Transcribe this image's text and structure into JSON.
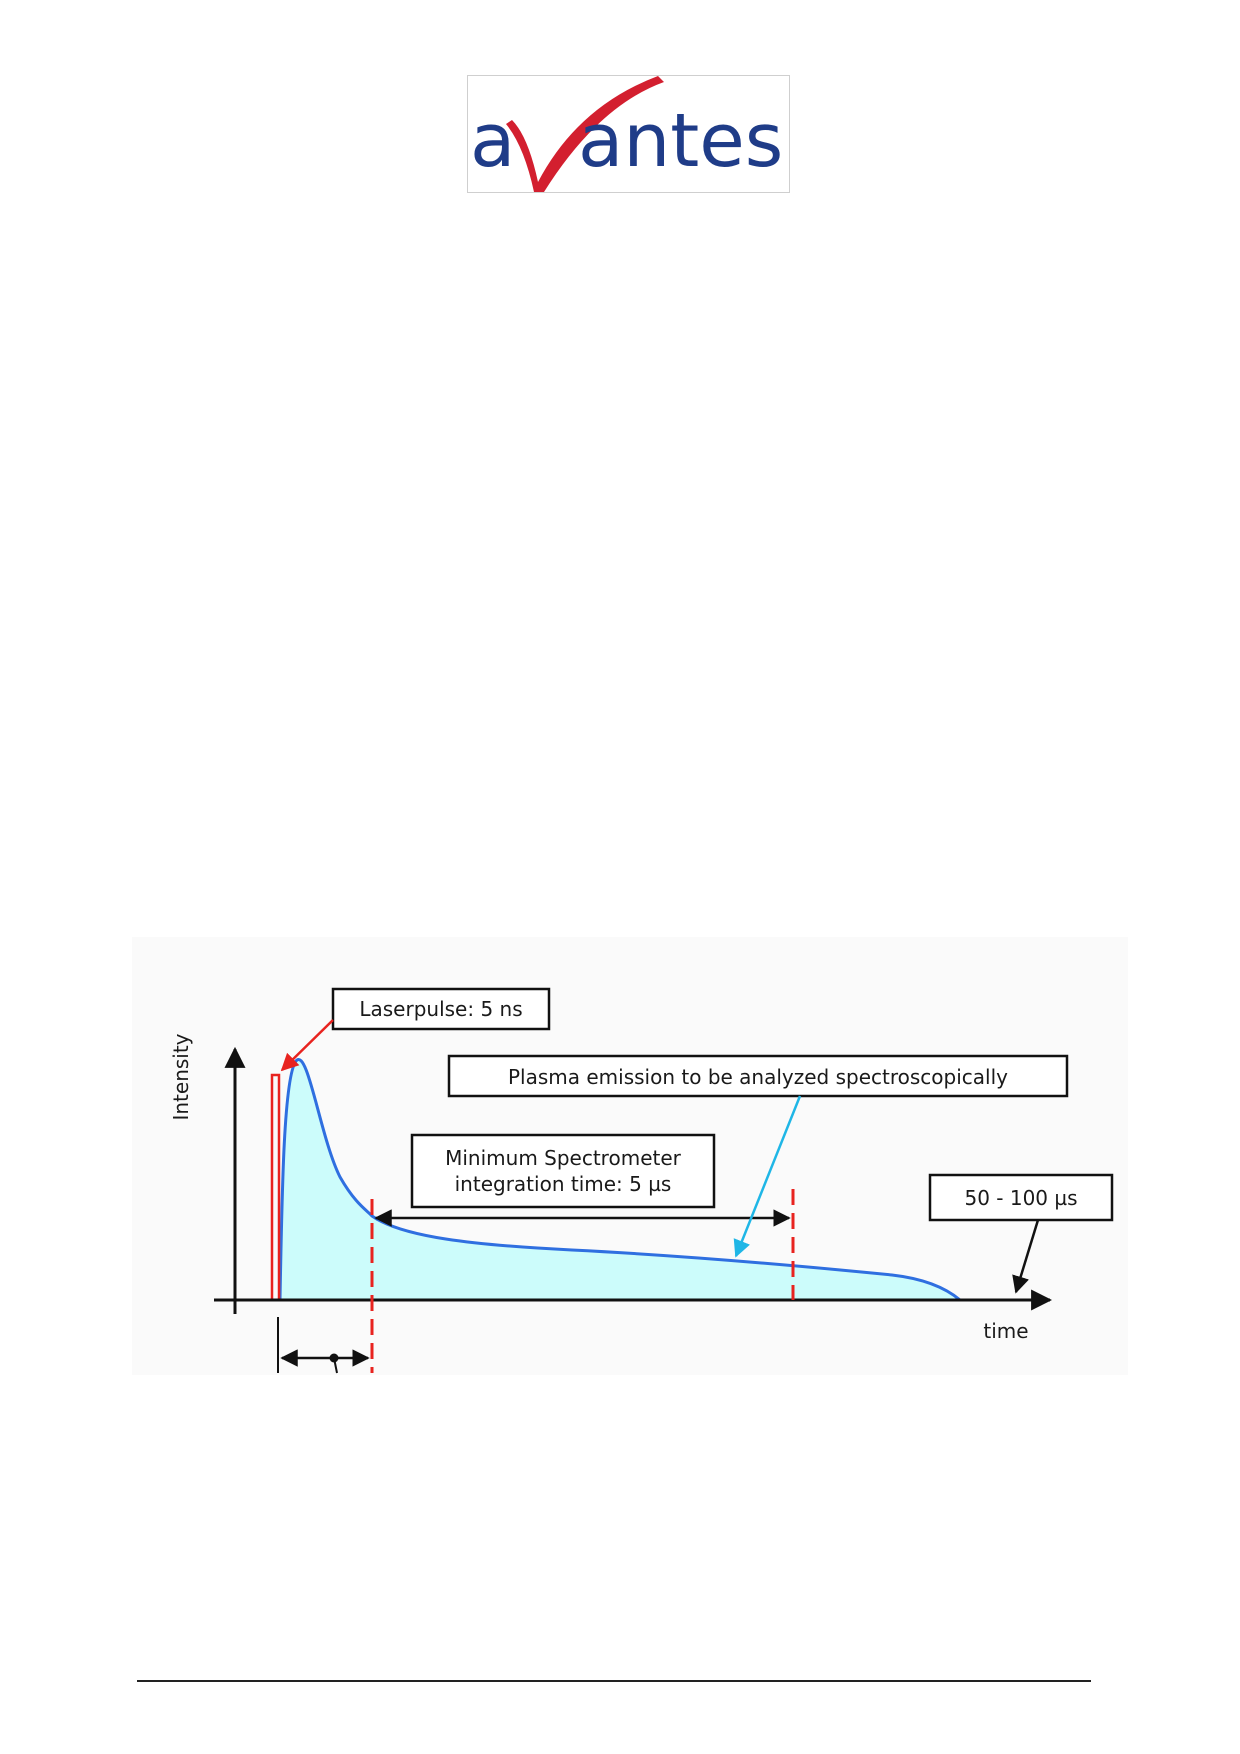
{
  "header": {
    "logo_text": "avantes",
    "logo_colors": {
      "blue": "#1f3c88",
      "red": "#d31f2f"
    }
  },
  "diagram": {
    "y_axis_label": "Intensity",
    "x_axis_label": "time",
    "callouts": {
      "laser": "Laserpulse: 5 ns",
      "plasma": "Plasma emission to be analyzed spectroscopically",
      "integration_line1": "Minimum Spectrometer",
      "integration_line2": "integration time: 5 µs",
      "duration": "50 - 100 µs"
    },
    "colors": {
      "emission_curve": "#2f6fe0",
      "emission_fill": "#ccfcfb",
      "laser_pulse": "#e8231f",
      "gate_marker": "#e8231f",
      "plasma_arrow": "#1fb6e6",
      "axes": "#111111"
    }
  }
}
